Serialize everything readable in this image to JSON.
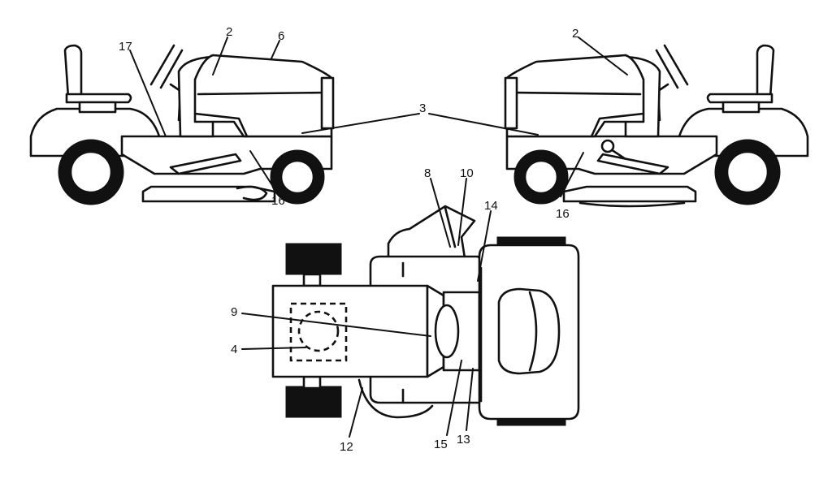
{
  "callouts": {
    "l17": "17",
    "l2_left": "2",
    "l6": "6",
    "l2_right": "2",
    "l3": "3",
    "l16_left": "16",
    "l16_right": "16",
    "l8": "8",
    "l10": "10",
    "l14": "14",
    "l9": "9",
    "l4": "4",
    "l12": "12",
    "l15": "15",
    "l13": "13"
  }
}
